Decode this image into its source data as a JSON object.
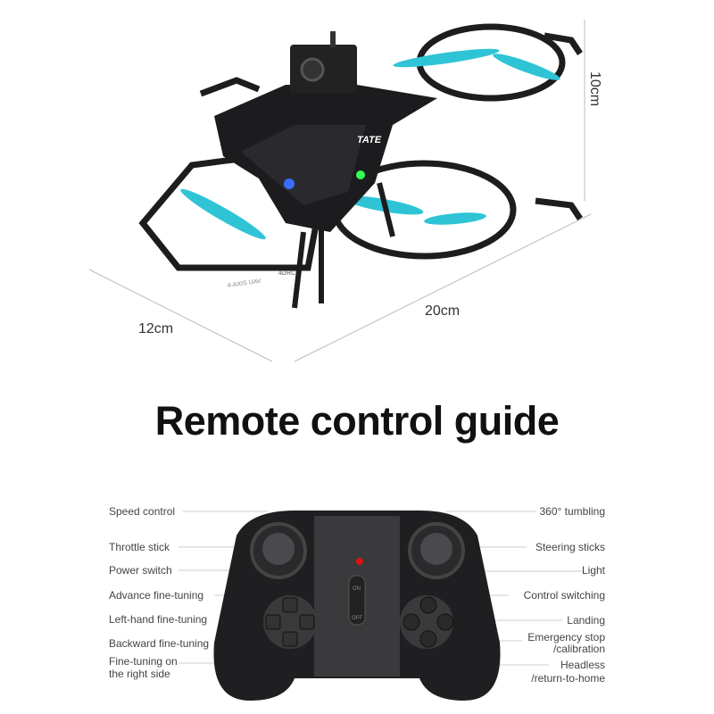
{
  "dimensions": {
    "height": "10cm",
    "depth": "12cm",
    "width": "20cm"
  },
  "drone_markings": {
    "body_text": "TATE",
    "side_text": "4-AXIS UAV",
    "logo": "4DRC"
  },
  "title": "Remote control guide",
  "controller": {
    "left_labels": [
      "Speed control",
      "Throttle stick",
      "Power switch",
      "Advance fine-tuning",
      "Left-hand fine-tuning",
      "Backward fine-tuning",
      "Fine-tuning on",
      "the right side"
    ],
    "right_labels": [
      "360° tumbling",
      "Steering sticks",
      "Light",
      "Control switching",
      "Landing",
      "Emergency stop",
      "/calibration",
      "Headless",
      "/return-to-home"
    ],
    "switch_on": "ON",
    "switch_off": "OFF"
  },
  "colors": {
    "accent_propeller": "#2ec4d6",
    "body": "#1c1c1e",
    "led_blue": "#3a6cff",
    "led_green": "#33ff55",
    "light_red": "#e01010"
  }
}
